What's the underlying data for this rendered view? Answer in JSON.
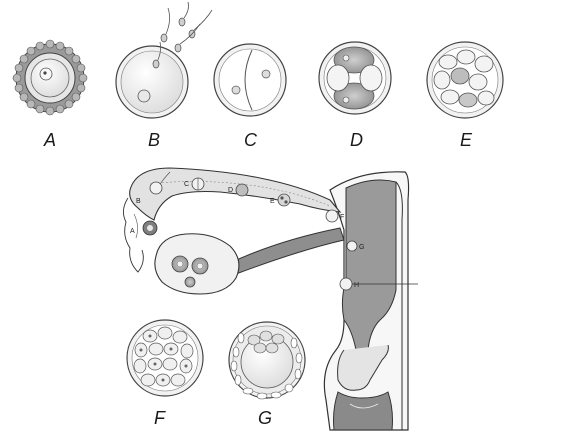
{
  "stage_labels": {
    "a": "A",
    "b": "B",
    "c": "C",
    "d": "D",
    "e": "E",
    "f": "F",
    "g": "G"
  },
  "tract_markers": {
    "a": "A",
    "b": "B",
    "c": "C",
    "d": "D",
    "e": "E",
    "f": "F",
    "g": "G",
    "h": "H"
  },
  "colors": {
    "line": "#333333",
    "shade_dark": "#8c8c8c",
    "shade_light": "#d4d4d4",
    "cavity": "#9e9e9e"
  }
}
